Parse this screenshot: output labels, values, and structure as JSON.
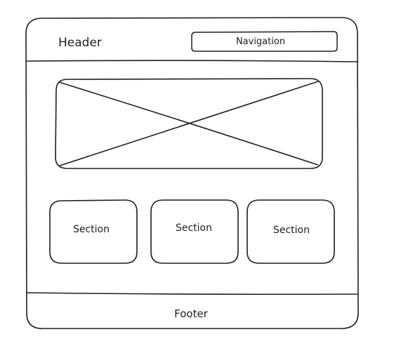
{
  "header": {
    "title": "Header",
    "navigation_label": "Navigation"
  },
  "main": {
    "image_placeholder_icon": "x-placeholder-icon",
    "sections": [
      {
        "label": "Section"
      },
      {
        "label": "Section"
      },
      {
        "label": "Section"
      }
    ]
  },
  "footer": {
    "label": "Footer"
  },
  "colors": {
    "stroke": "#1e1e1e",
    "background": "#ffffff"
  }
}
